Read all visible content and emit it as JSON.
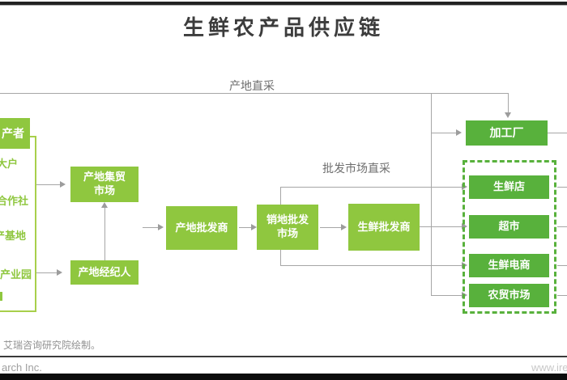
{
  "page": {
    "title": "生鲜农产品供应链"
  },
  "flow_labels": {
    "origin_direct": "产地直采",
    "wholesale_direct": "批发市场直采"
  },
  "producers": {
    "header": "产者",
    "items": [
      "大户",
      "合作社",
      "产基地",
      "产业园"
    ]
  },
  "nodes": {
    "origin_fair_market": "产地集贸市场",
    "origin_broker": "产地经纪人",
    "origin_wholesaler": "产地批发商",
    "destination_wholesale_market": "销地批发市场",
    "fresh_wholesaler": "生鲜批发商",
    "processing_plant": "加工厂",
    "retail": [
      "生鲜店",
      "超市",
      "生鲜电商",
      "农贸市场"
    ]
  },
  "edges": [
    {
      "from": "产者",
      "to": "产地集贸市场"
    },
    {
      "from": "产者",
      "to": "产地经纪人"
    },
    {
      "from": "产地经纪人",
      "to": "产地集贸市场"
    },
    {
      "from": "产地经纪人",
      "to": "产地批发商"
    },
    {
      "from": "产地批发商",
      "to": "销地批发市场"
    },
    {
      "from": "销地批发市场",
      "to": "生鲜批发商"
    },
    {
      "from": "产者",
      "to": "加工厂",
      "label": "产地直采"
    },
    {
      "from": "产者",
      "to": "农贸市场",
      "label": "产地直采"
    },
    {
      "from": "销地批发市场",
      "to": "生鲜店",
      "label": "批发市场直采"
    },
    {
      "from": "生鲜批发商",
      "to": "超市"
    },
    {
      "from": "销地批发市场",
      "to": "生鲜电商"
    }
  ],
  "footer": {
    "note": "，艾瑞咨询研究院绘制。",
    "brand_left": "arch Inc.",
    "brand_right": "www.ire"
  },
  "colors": {
    "box_yellow_green": "#8FC73F",
    "box_green": "#58B13C",
    "connector_gray": "#A6A6A6",
    "label_gray": "#6e6e6e",
    "title_gray": "#3c3c3c"
  }
}
